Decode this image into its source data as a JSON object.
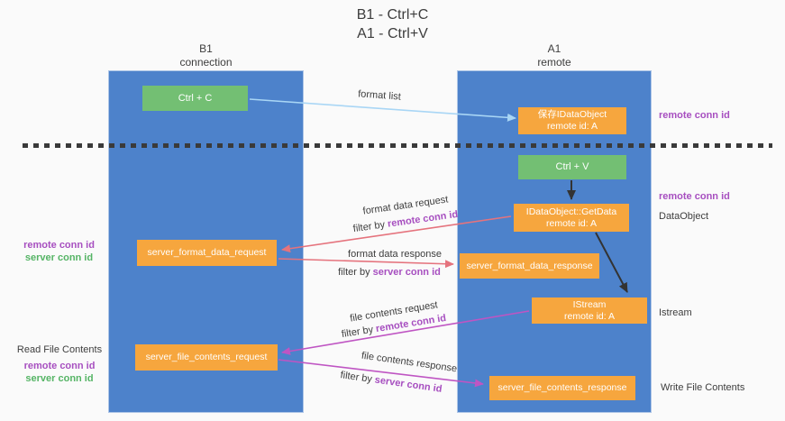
{
  "title": {
    "line1": "B1 - Ctrl+C",
    "line2": "A1 - Ctrl+V"
  },
  "lifelines": {
    "left": {
      "name": "B1",
      "role": "connection"
    },
    "right": {
      "name": "A1",
      "role": "remote"
    }
  },
  "boxes": {
    "ctrl_c": {
      "label": "Ctrl + C"
    },
    "save_dataobject": {
      "line1": "保存IDataObject",
      "line2": "remote id: A"
    },
    "ctrl_v": {
      "label": "Ctrl + V"
    },
    "getdata": {
      "line1": "IDataObject::GetData",
      "line2": "remote id: A"
    },
    "server_format_data_request": {
      "label": "server_format_data_request"
    },
    "server_format_data_response": {
      "label": "server_format_data_response"
    },
    "istream": {
      "line1": "IStream",
      "line2": "remote id: A"
    },
    "server_file_contents_request": {
      "label": "server_file_contents_request"
    },
    "server_file_contents_response": {
      "label": "server_file_contents_response"
    }
  },
  "side_labels": {
    "right_save_remote_conn_id": "remote conn id",
    "right_paste_remote_conn_id": "remote conn id",
    "right_dataobject": "DataObject",
    "right_istream": "Istream",
    "right_write_file_contents": "Write File Contents",
    "left_format": {
      "remote": "remote conn id",
      "server": "server conn id"
    },
    "left_file": {
      "read": "Read File Contents",
      "remote": "remote conn id",
      "server": "server conn id"
    }
  },
  "arrow_labels": {
    "format_list": "format list",
    "format_request": {
      "main": "format data request",
      "filter_prefix": "filter by",
      "filter_key": "remote conn id"
    },
    "format_response": {
      "main": "format data response",
      "filter_prefix": "filter by",
      "filter_key": "server conn id"
    },
    "file_request": {
      "main": "file contents request",
      "filter_prefix": "filter by",
      "filter_key": "remote conn id"
    },
    "file_response": {
      "main": "file contents response",
      "filter_prefix": "filter by",
      "filter_key": "server conn id"
    }
  },
  "colors": {
    "background": "#fafafa",
    "lifeline_blue": "#4d82cb",
    "box_orange": "#f6a63e",
    "box_green": "#73bf73",
    "arrow_lightblue": "#a9d6f5",
    "arrow_salmon": "#e5737d",
    "arrow_magenta": "#bf55c3",
    "arrow_black": "#333333",
    "divider_dash": "#3a3a3a",
    "text_purple": "#a74fc0",
    "text_green": "#55b465",
    "text_dark": "#3d3d3d"
  }
}
